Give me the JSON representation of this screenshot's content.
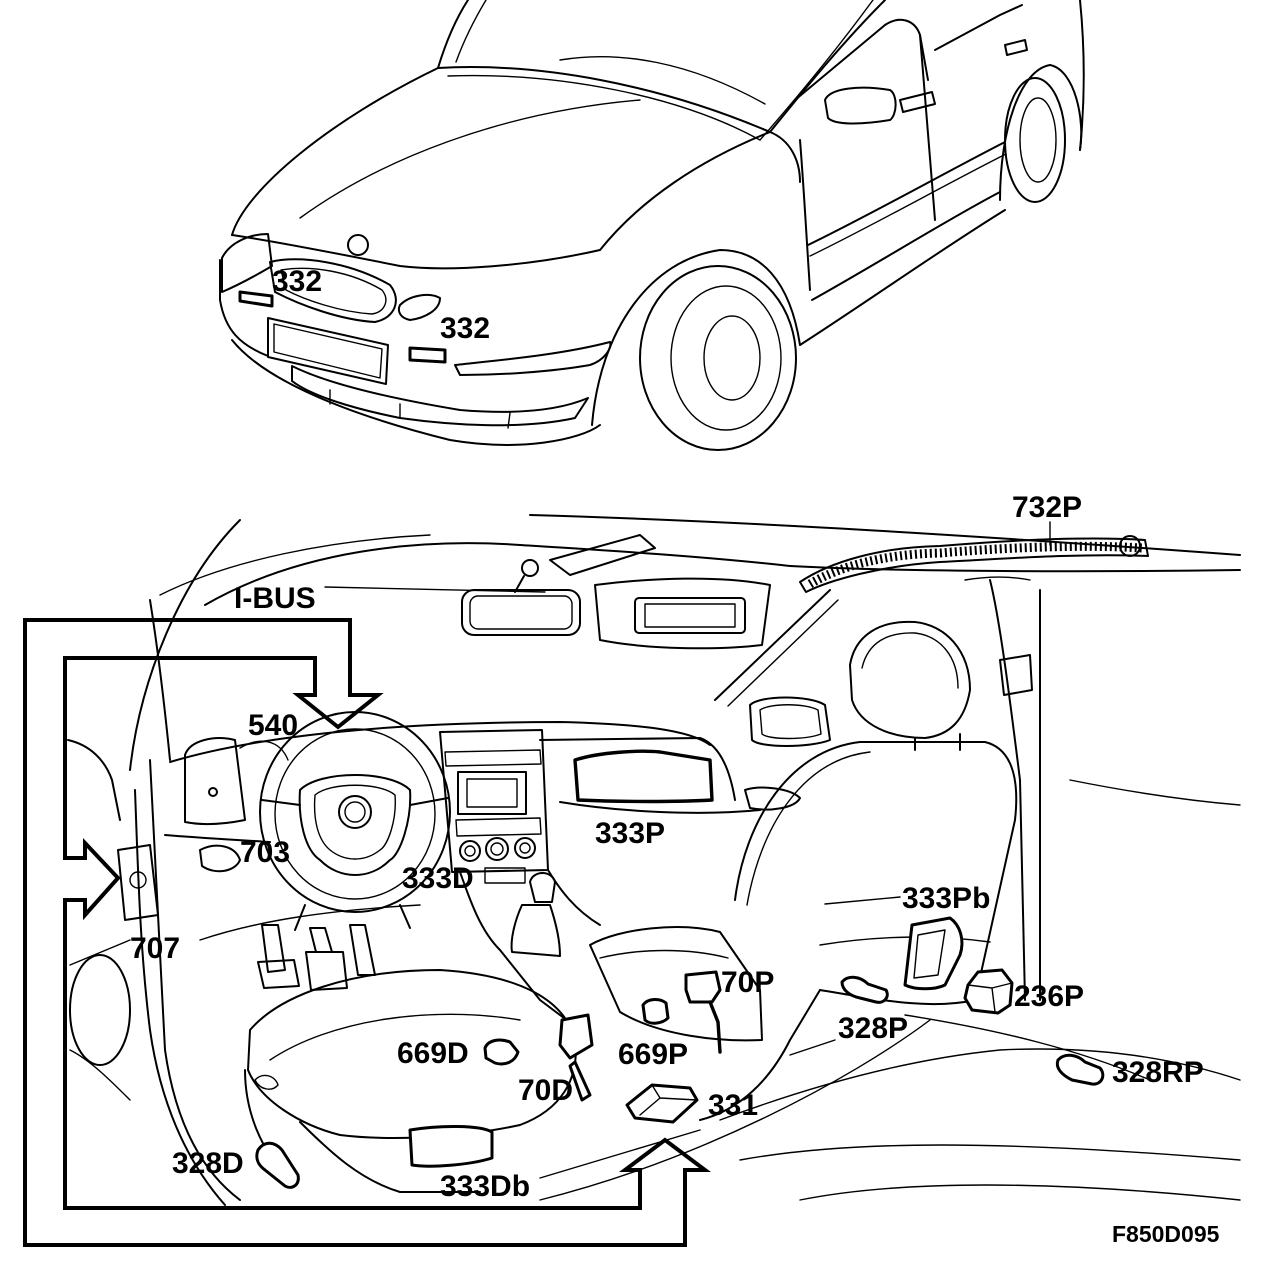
{
  "labels": {
    "front_left_332": "332",
    "front_right_332": "332",
    "roof_732p": "732P",
    "ibus": "I-BUS",
    "wheel_540": "540",
    "dash_703": "703",
    "dash_333p": "333P",
    "wheel_333d": "333D",
    "seat_333pb": "333Pb",
    "door_707": "707",
    "belt_70p": "70P",
    "floor_236p": "236P",
    "floor_328p": "328P",
    "seat_669d": "669D",
    "seat_669p": "669P",
    "belt_70d": "70D",
    "tunnel_331": "331",
    "floor_328rp": "328RP",
    "sill_328d": "328D",
    "seat_333db": "333Db"
  },
  "figure_code": "F850D095"
}
